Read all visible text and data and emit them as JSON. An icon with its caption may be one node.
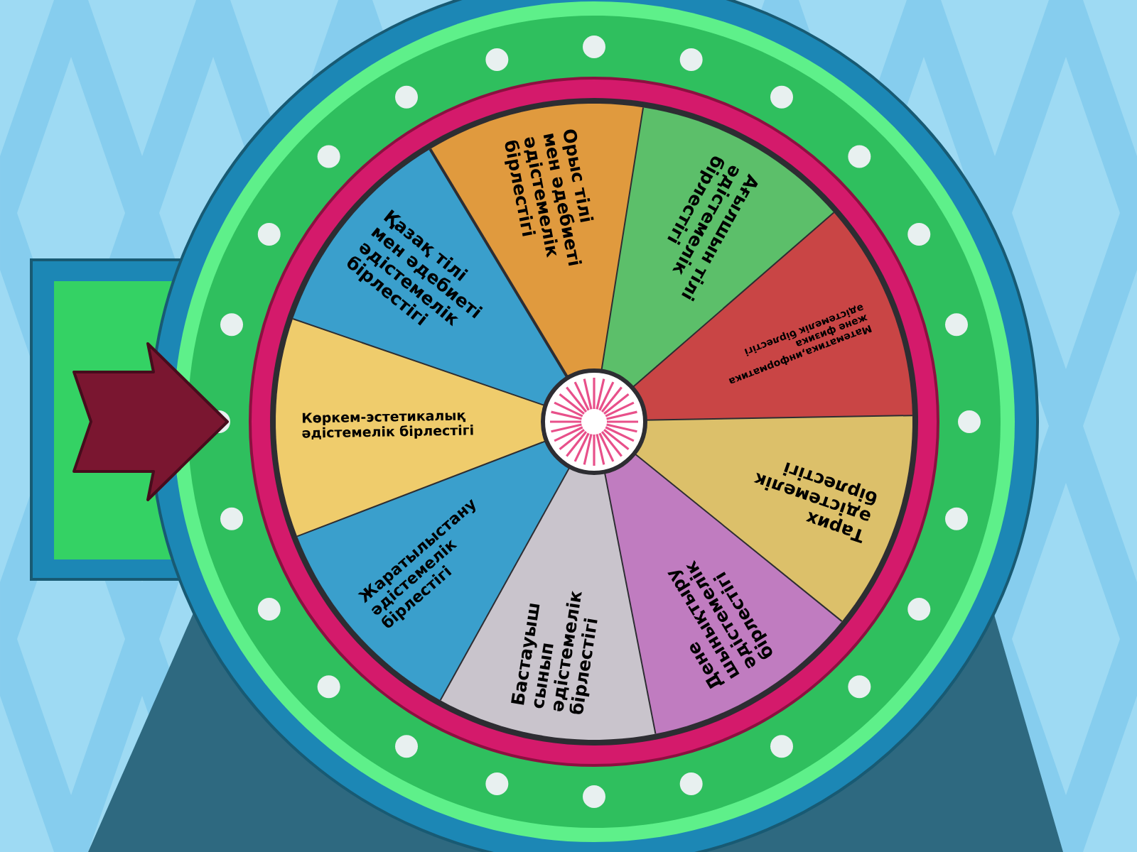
{
  "diagram": {
    "nodes": [
      {
        "text": [
          "Орыс тілі мен әдебиеті әдістемелік бірлестігі"
        ]
      },
      {
        "text": [
          "Ағылшын тілі әдістемелік бірлестігі"
        ]
      },
      {
        "text": [
          "Математика,информатика және физика әдістемелік бірлестігі"
        ]
      },
      {
        "text": [
          "Тарих әдістемелік бірлестігі"
        ]
      },
      {
        "text": [
          "Дене шынықтыру әдістемелік бірлестігі"
        ]
      },
      {
        "text": [
          "Бастауыш сынып әдістемелік бірлестігі"
        ]
      },
      {
        "text": [
          "Жаратылыстану әдістемелік бірлестігі"
        ]
      },
      {
        "text": [
          "Көркем-эстетикалық әдістемелік бірлестігі"
        ]
      },
      {
        "text": [
          "Қазақ тілі мен әдебиеті әдістемелік бірлестігі"
        ]
      }
    ]
  }
}
